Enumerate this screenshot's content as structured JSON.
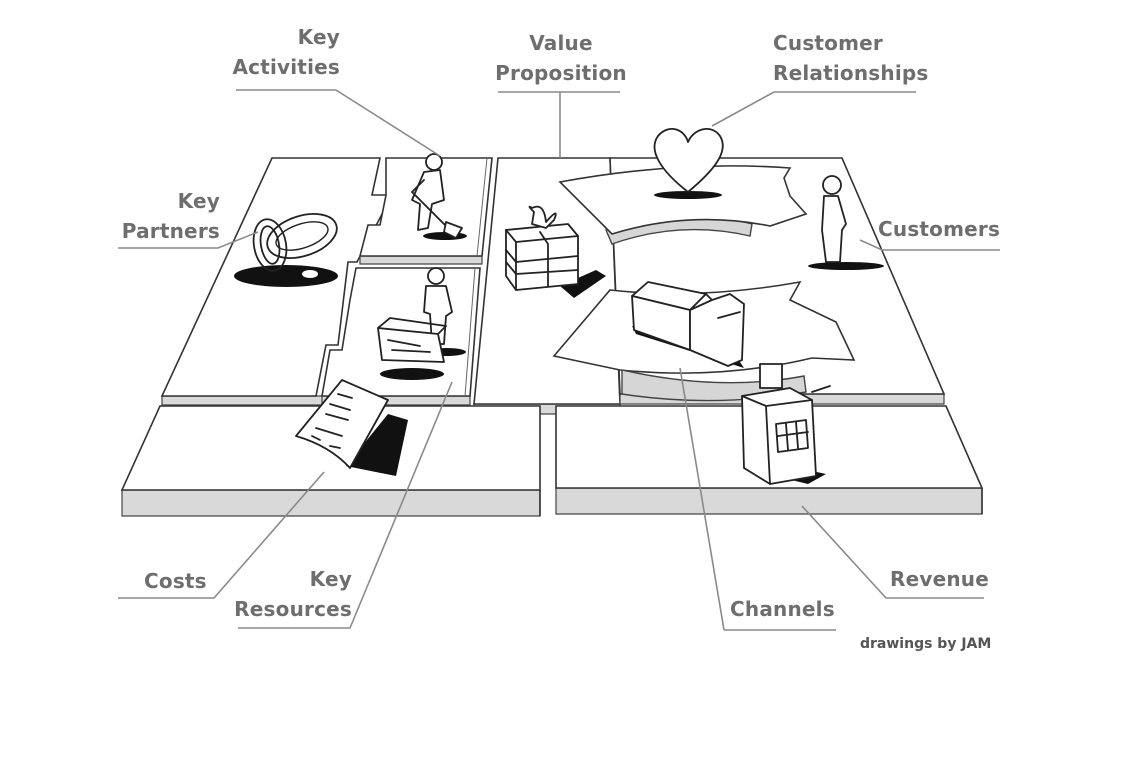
{
  "diagram": {
    "title": "Business Model Canvas",
    "blocks": [
      {
        "id": "key-partners",
        "line1": "Key",
        "line2": "Partners",
        "icon": "linked-rings-icon"
      },
      {
        "id": "key-activities",
        "line1": "Key",
        "line2": "Activities",
        "icon": "worker-digging-icon"
      },
      {
        "id": "key-resources",
        "line1": "Key",
        "line2": "Resources",
        "icon": "person-with-machine-icon"
      },
      {
        "id": "value-proposition",
        "line1": "Value",
        "line2": "Proposition",
        "icon": "gift-box-icon"
      },
      {
        "id": "customer-relationships",
        "line1": "Customer",
        "line2": "Relationships",
        "icon": "heart-icon"
      },
      {
        "id": "channels",
        "line1": "Channels",
        "line2": "",
        "icon": "delivery-truck-icon"
      },
      {
        "id": "customers",
        "line1": "Customers",
        "line2": "",
        "icon": "standing-person-icon"
      },
      {
        "id": "costs",
        "line1": "Costs",
        "line2": "",
        "icon": "invoice-document-icon"
      },
      {
        "id": "revenue",
        "line1": "Revenue",
        "line2": "",
        "icon": "cash-register-icon"
      }
    ],
    "credit": "drawings by JAM"
  }
}
